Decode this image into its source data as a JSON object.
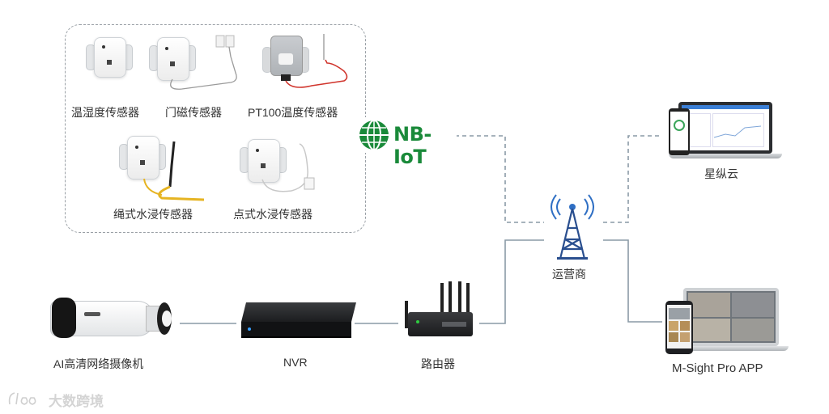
{
  "sensors": {
    "temp_humidity": "温湿度传感器",
    "door_magnetic": "门磁传感器",
    "pt100": "PT100温度传感器",
    "rope_leak": "绳式水浸传感器",
    "spot_leak": "点式水浸传感器"
  },
  "nbiot_logo": "NB-IoT",
  "network": {
    "operator": "运营商",
    "cloud": "星纵云",
    "app": "M-Sight Pro APP"
  },
  "video_chain": {
    "camera": "AI高清网络摄像机",
    "nvr": "NVR",
    "router": "路由器"
  },
  "watermark": "大数跨境",
  "colors": {
    "line": "#8a9aa6",
    "nbiot_green": "#1a8a3a",
    "tower_blue": "#2f6fc4",
    "cable_red": "#d0342c",
    "cable_yellow": "#e6b422"
  }
}
